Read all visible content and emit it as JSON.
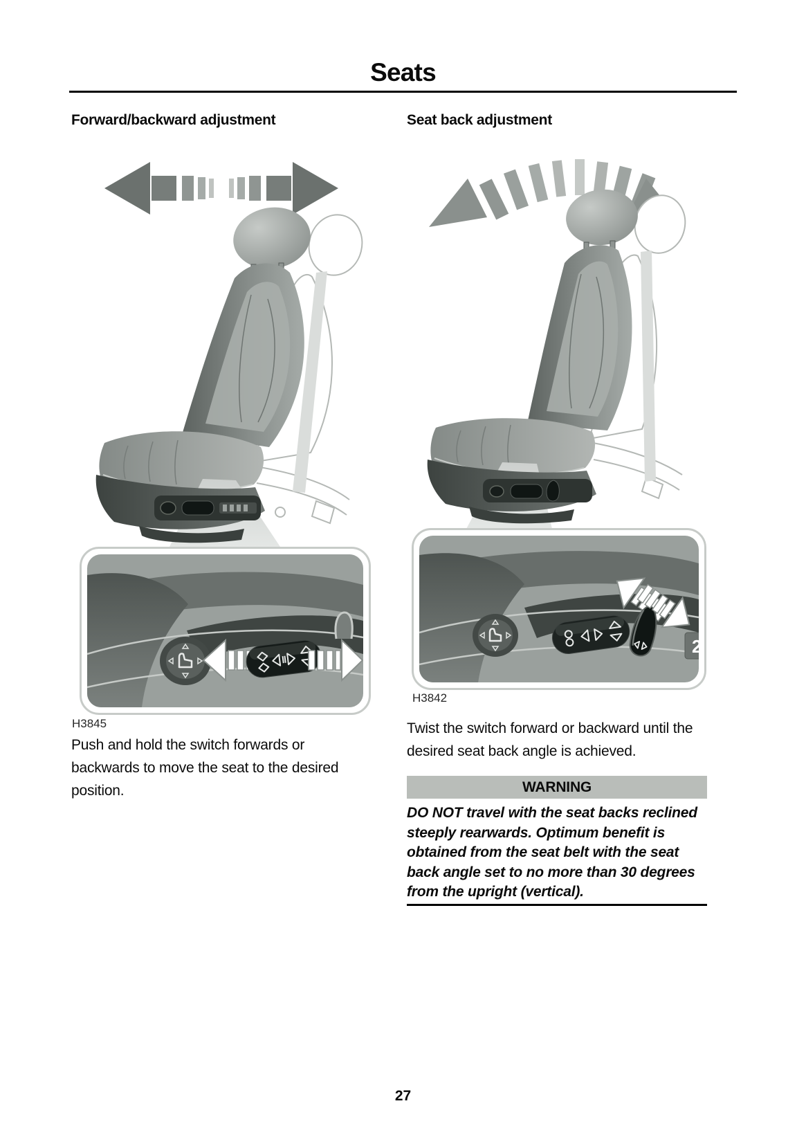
{
  "page": {
    "title": "Seats",
    "number": "27"
  },
  "left": {
    "heading": "Forward/backward adjustment",
    "figure_code": "H3845",
    "body": "Push and hold the switch forwards or backwards to move the seat to the desired position."
  },
  "right": {
    "heading": "Seat back adjustment",
    "figure_code": "H3842",
    "body": "Twist the switch forward or backward until the desired seat back angle is achieved.",
    "warning_label": "WARNING",
    "warning_text": "DO NOT travel with the seat backs reclined steeply rearwards. Optimum benefit is obtained from the seat belt with the seat back angle set to no more than 30 degrees from the upright (vertical).",
    "memory_button_label": "2"
  },
  "icons": {
    "forward_backward_arrow": "segmented horizontal double-headed arrow",
    "recline_arc_arrow": "segmented curved double-headed arrow",
    "seat_adjust_knob": "round seat-profile adjustment knob",
    "multifunction_switch": "black multifunction seat switch",
    "seatback_twist_switch": "teardrop seat-back twist switch",
    "callout_arrow": "white outlined direction arrow with hatched tail",
    "pointer_beam": "light grey callout pointer beam"
  },
  "colors": {
    "warning_bar_bg": "#b9bdb9",
    "rule": "#000000",
    "illustration_dark": "#4e5451",
    "illustration_mid": "#8f9592",
    "illustration_light": "#c6cac7",
    "callout_border": "#c7cbc8"
  }
}
